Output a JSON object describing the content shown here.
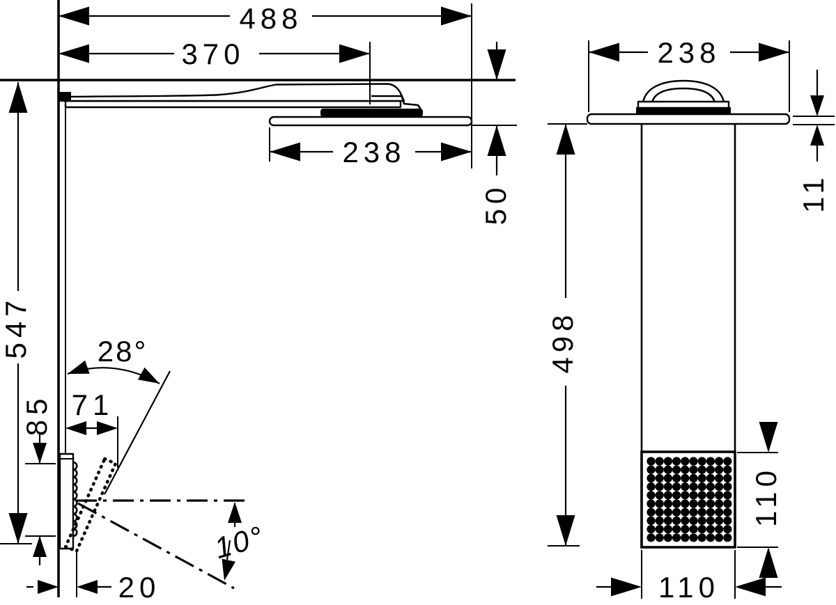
{
  "colors": {
    "ink": "#000000",
    "paper": "#ffffff"
  },
  "side_view": {
    "width_overall": "488",
    "width_to_head_center": "370",
    "head_plate_depth": "238",
    "ceiling_drop": "50",
    "height_overall": "547",
    "spray_face_height": "85",
    "spray_reach": "71",
    "tilt_angle": "28°",
    "spray_down_angle": "10°",
    "wall_clearance": "20"
  },
  "front_view": {
    "plate_width": "238",
    "plate_thickness": "11",
    "column_height": "498",
    "spray_box_height": "110",
    "spray_box_width": "110"
  }
}
